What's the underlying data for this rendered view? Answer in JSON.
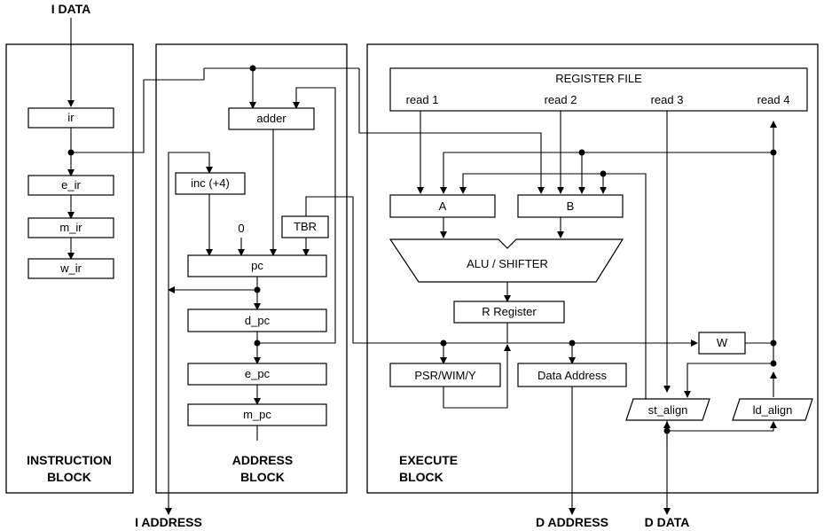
{
  "signals": {
    "i_data": "I DATA",
    "i_address": "I ADDRESS",
    "d_address": "D ADDRESS",
    "d_data": "D DATA"
  },
  "instruction_block": {
    "title_line1": "INSTRUCTION",
    "title_line2": "BLOCK",
    "registers": [
      "ir",
      "e_ir",
      "m_ir",
      "w_ir"
    ]
  },
  "address_block": {
    "title_line1": "ADDRESS",
    "title_line2": "BLOCK",
    "adder": "adder",
    "inc": "inc (+4)",
    "zero": "0",
    "tbr": "TBR",
    "pc": "pc",
    "d_pc": "d_pc",
    "e_pc": "e_pc",
    "m_pc": "m_pc"
  },
  "execute_block": {
    "title_line1": "EXECUTE",
    "title_line2": "BLOCK",
    "register_file": "REGISTER FILE",
    "reads": [
      "read 1",
      "read 2",
      "read 3",
      "read 4"
    ],
    "a": "A",
    "b": "B",
    "alu": "ALU / SHIFTER",
    "r_register": "R Register",
    "psr": "PSR/WIM/Y",
    "data_address": "Data Address",
    "w": "W",
    "st_align": "st_align",
    "ld_align": "ld_align"
  }
}
